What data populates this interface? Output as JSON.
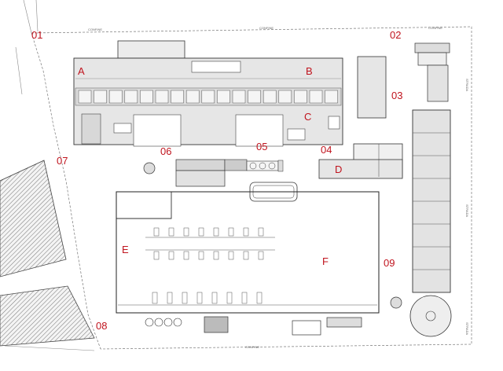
{
  "plan": {
    "labels": {
      "n01": "01",
      "n02": "02",
      "n03": "03",
      "n04": "04",
      "n05": "05",
      "n06": "06",
      "n07": "07",
      "n08": "08",
      "n09": "09",
      "A": "A",
      "B": "B",
      "C": "C",
      "D": "D",
      "E": "E",
      "F": "F"
    },
    "boundary_text": {
      "top_left": "CONFINE",
      "top_center": "CONFINE",
      "top_right": "CONFINE",
      "bottom": "CONFINE",
      "right_a": "STRADA",
      "right_b": "STRADA",
      "right_c": "STRADA"
    },
    "colors": {
      "label": "#c0141e",
      "fill": "#e8e8e8",
      "line": "#333333"
    }
  }
}
